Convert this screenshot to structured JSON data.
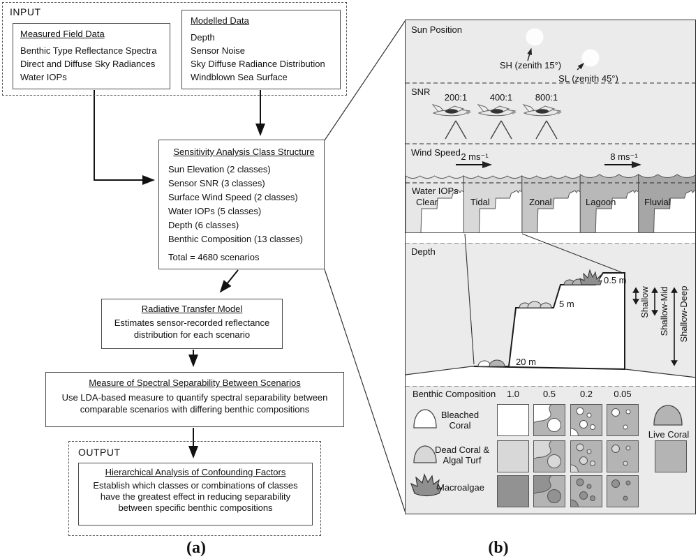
{
  "panel_a": {
    "input": {
      "label": "INPUT"
    },
    "measured": {
      "title": "Measured Field Data",
      "items": [
        "Benthic Type Reflectance Spectra",
        "Direct and Diffuse Sky Radiances",
        "Water IOPs"
      ]
    },
    "modelled": {
      "title": "Modelled Data",
      "items": [
        "Depth",
        "Sensor Noise",
        "Sky Diffuse Radiance Distribution",
        "Windblown Sea Surface"
      ]
    },
    "sensitivity": {
      "title": "Sensitivity Analysis Class Structure",
      "items": [
        "Sun Elevation (2 classes)",
        "Sensor SNR (3 classes)",
        "Surface Wind Speed (2 classes)",
        "Water IOPs (5 classes)",
        "Depth (6 classes)",
        "Benthic Composition (13 classes)"
      ],
      "total": "Total = 4680 scenarios"
    },
    "rtm": {
      "title": "Radiative Transfer Model",
      "body": "Estimates sensor-recorded reflectance distribution for each scenario"
    },
    "separability": {
      "title": "Measure of Spectral Separability Between Scenarios",
      "body": "Use LDA-based measure to quantify spectral separability between comparable scenarios with differing benthic compositions"
    },
    "output": {
      "label": "OUTPUT",
      "title": "Hierarchical Analysis of Confounding Factors",
      "body": "Establish which classes or combinations of classes have the greatest effect in reducing separability between specific benthic compositions"
    },
    "caption": "(a)"
  },
  "panel_b": {
    "caption": "(b)",
    "sun": {
      "label": "Sun Position",
      "high": "SH (zenith 15°)",
      "low": "SL (zenith 45°)"
    },
    "snr": {
      "label": "SNR",
      "levels": [
        "200:1",
        "400:1",
        "800:1"
      ]
    },
    "wind": {
      "label": "Wind Speed",
      "low": "2 ms⁻¹",
      "high": "8 ms⁻¹"
    },
    "iops": {
      "label": "Water IOPs",
      "types": [
        "Clear",
        "Tidal",
        "Zonal",
        "Lagoon",
        "Fluvial"
      ],
      "colors": [
        "#e7e7e7",
        "#d9d9d9",
        "#c7c7c7",
        "#b8b8b8",
        "#a6a6a6"
      ]
    },
    "depth": {
      "label": "Depth",
      "marks": [
        "0.5 m",
        "5 m",
        "20 m"
      ],
      "ranges": [
        "Shallow",
        "Shallow-Mid",
        "Shallow-Deep"
      ]
    },
    "benthic": {
      "label": "Benthic Composition",
      "fractions": [
        "1.0",
        "0.5",
        "0.2",
        "0.05"
      ],
      "rows": [
        "Bleached Coral",
        "Dead Coral & Algal Turf",
        "Macroalgae"
      ],
      "live": "Live Coral"
    }
  },
  "colors": {
    "bleached": "#ffffff",
    "dead": "#d8d8d8",
    "macro": "#929292",
    "live": "#b4b4b4",
    "panel": "#ebebeb",
    "line": "#444444"
  }
}
